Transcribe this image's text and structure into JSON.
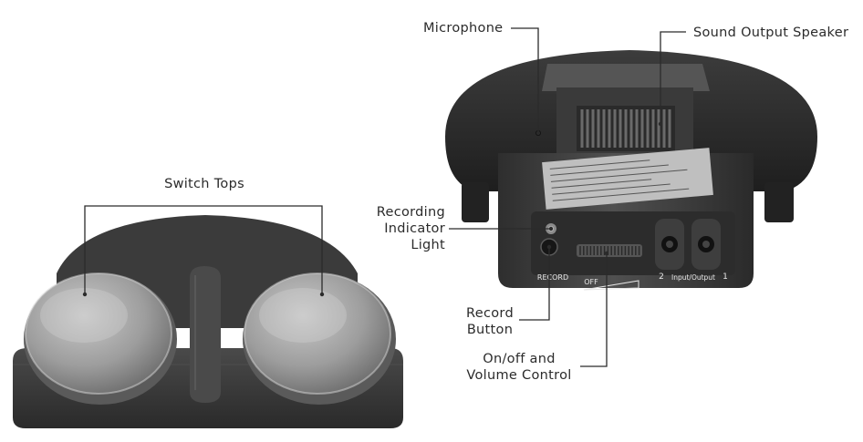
{
  "callouts": {
    "switch_tops": "Switch Tops",
    "microphone": "Microphone",
    "sound_output_speaker": "Sound Output Speaker",
    "recording_indicator_light": [
      "Recording",
      "Indicator",
      "Light"
    ],
    "record_button": [
      "Record",
      "Button"
    ],
    "onoff_volume": [
      "On/off and",
      "Volume Control"
    ]
  },
  "device_markings": {
    "record": "RECORD",
    "off": "OFF",
    "input_output": "Input/Output",
    "port_2": "2",
    "port_1": "1"
  },
  "colors": {
    "device_body": "#3a3a3a",
    "device_dark": "#232323",
    "switch_top": "#a9a9a9",
    "leader_line": "#2b2b2b"
  }
}
